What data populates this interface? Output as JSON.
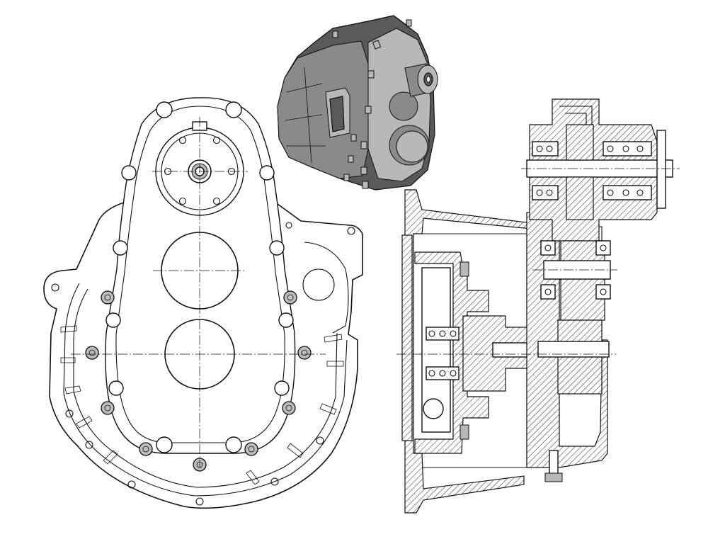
{
  "figure": {
    "views": [
      {
        "id": "front-view",
        "kind": "front elevation"
      },
      {
        "id": "iso-view",
        "kind": "3d isometric render"
      },
      {
        "id": "section-view",
        "kind": "sectional side view"
      }
    ]
  }
}
